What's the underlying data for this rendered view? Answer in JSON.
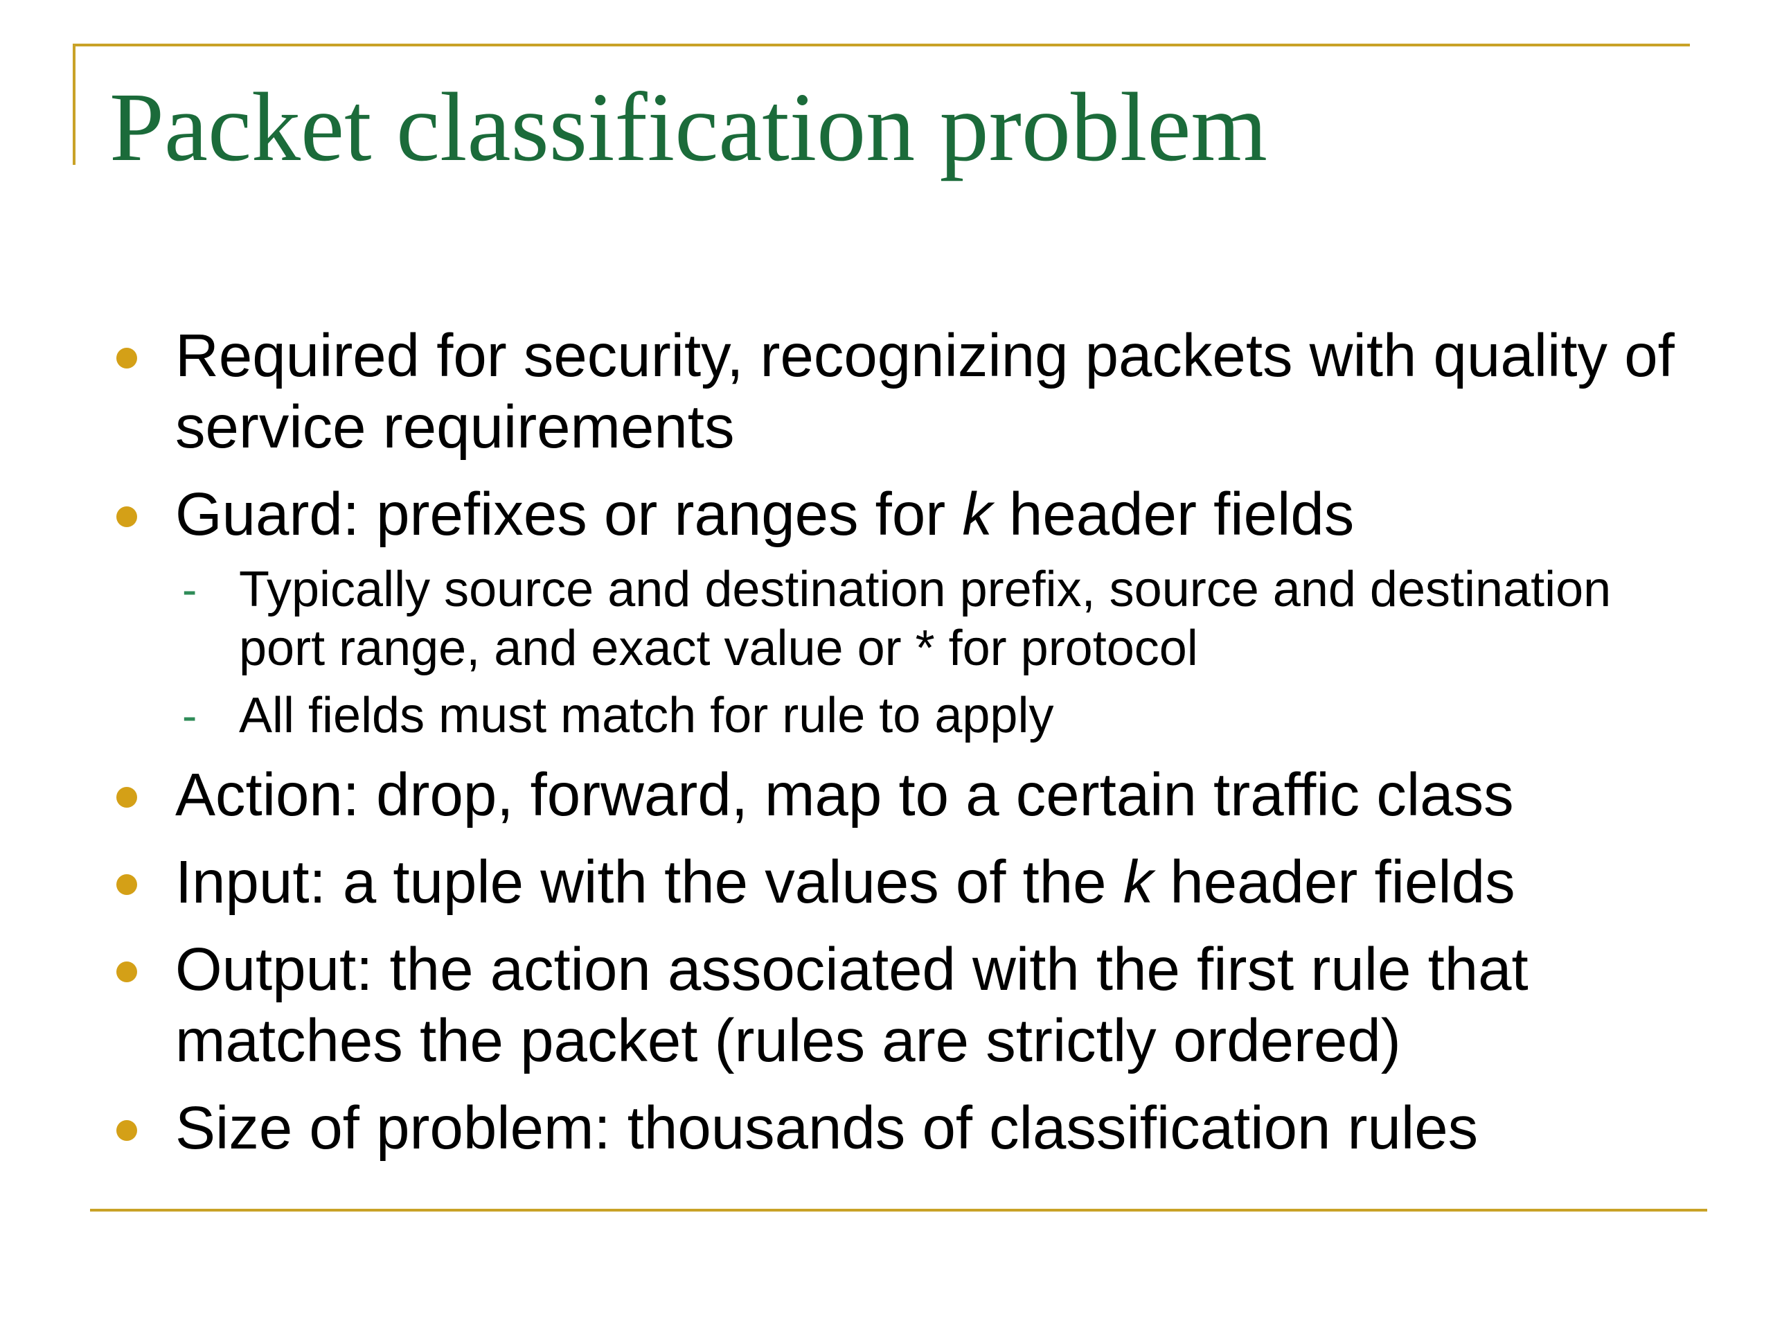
{
  "slide": {
    "title": "Packet classification problem",
    "accent_color": "#C9A227",
    "title_color": "#1B6B3A",
    "bullet_icon": "bullet-dot-icon",
    "sub_bullet_icon": "dash-icon"
  },
  "bullets": [
    {
      "text": "Required for security, recognizing packets with quality of service requirements"
    },
    {
      "pre": "Guard: prefixes or ranges for ",
      "em": "k",
      "post": " header fields",
      "sub": [
        {
          "text": "Typically source and destination prefix, source and destination port range, and exact value or * for protocol"
        },
        {
          "text": "All fields must match for rule to apply"
        }
      ]
    },
    {
      "text": "Action: drop, forward, map to a certain traffic class"
    },
    {
      "pre": "Input: a tuple with the values of the ",
      "em": "k",
      "post": " header fields"
    },
    {
      "text": "Output: the action associated with the first rule that matches the packet (rules are strictly ordered)"
    },
    {
      "text": "Size of problem: thousands of classification rules"
    }
  ]
}
